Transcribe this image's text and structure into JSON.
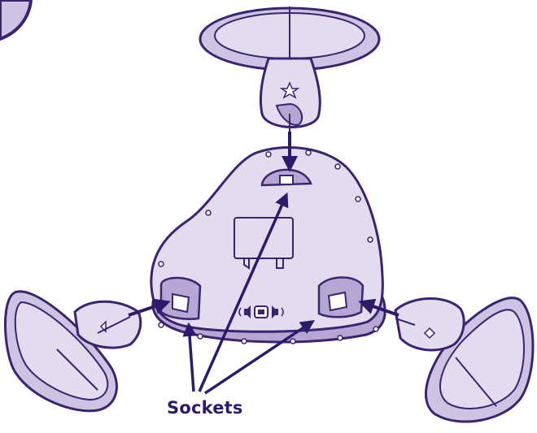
{
  "callout": {
    "label": "Sockets"
  },
  "colors": {
    "fill_light": "#e3dcef",
    "fill_mid": "#cfc3e3",
    "fill_dark": "#b6a6d3",
    "outline": "#3a236f",
    "arrow": "#2e1a6b",
    "background": "#ffffff"
  },
  "parts": {
    "top_foot": "suction-cup-foot",
    "left_foot": "suction-cup-foot",
    "right_foot": "suction-cup-foot",
    "base": "base-unit",
    "sockets": [
      "top-socket",
      "left-socket",
      "right-socket"
    ]
  },
  "icons": {
    "base_speaker": "speaker-button-icon",
    "top_foot_mark": "star-icon",
    "left_foot_mark": "triangle-icon",
    "right_foot_mark": "diamond-icon"
  }
}
